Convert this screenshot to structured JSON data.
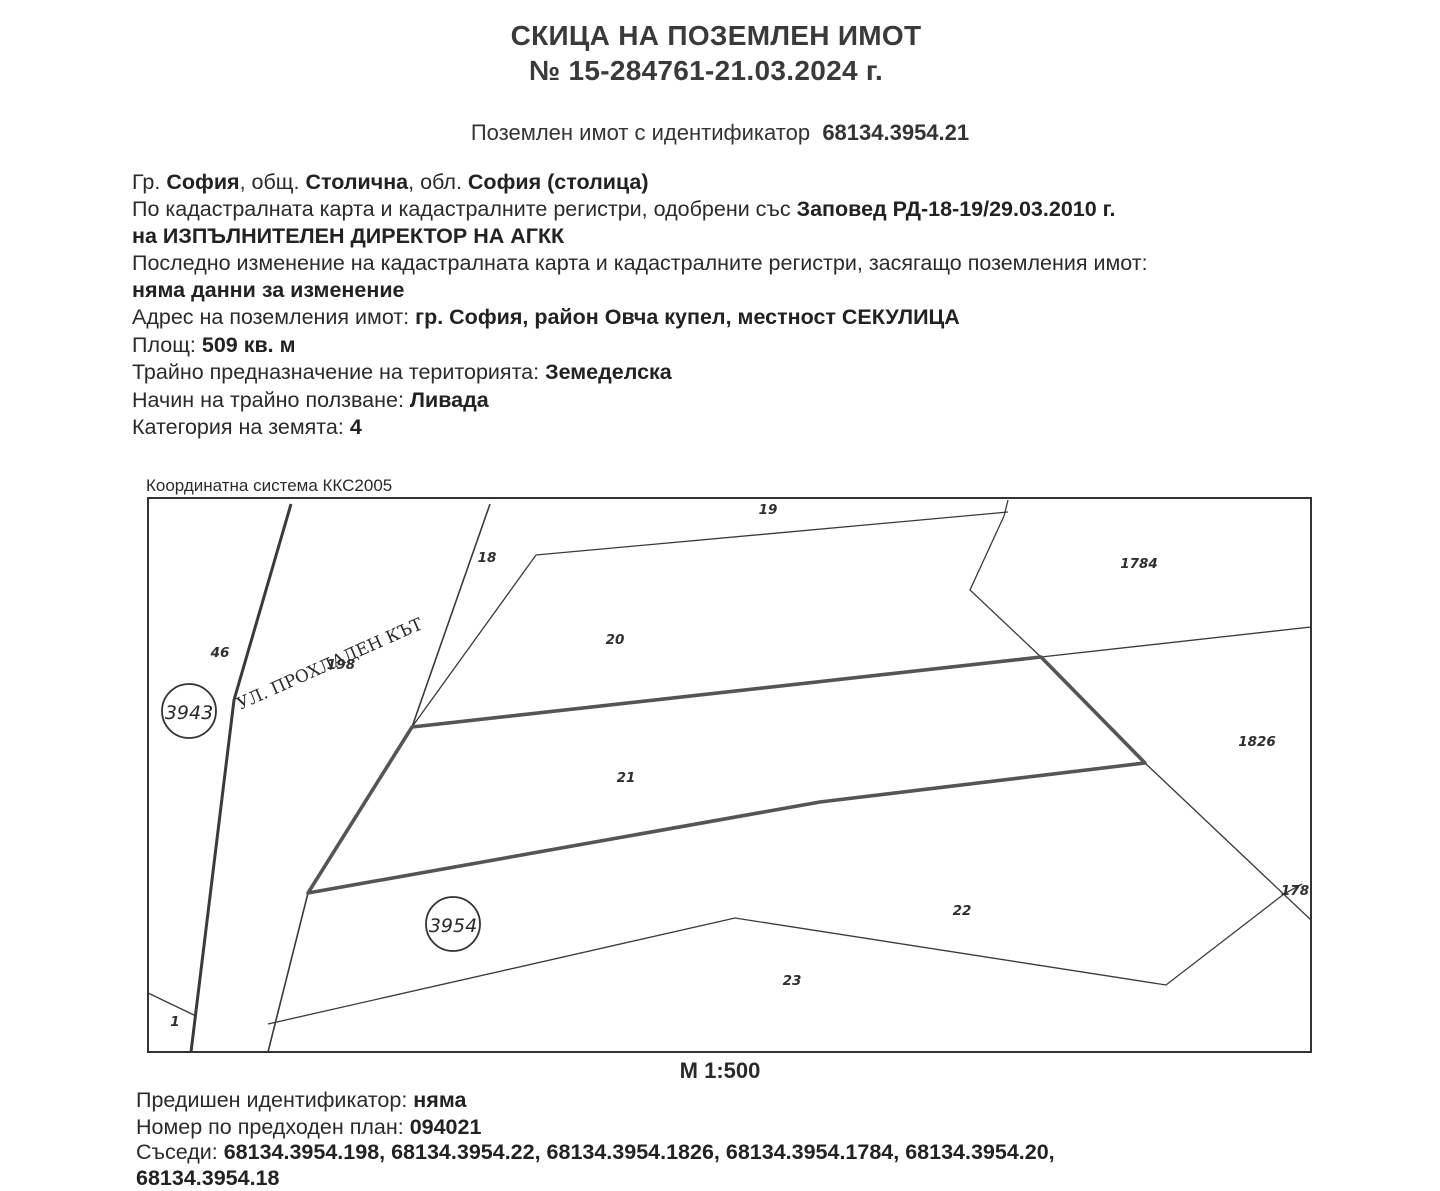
{
  "title": {
    "line1": "СКИЦА НА ПОЗЕМЛЕН ИМОТ",
    "line2": "№ 15-284761-21.03.2024 г."
  },
  "identifier": {
    "label": "Поземлен имот с  идентификатор",
    "value": "68134.3954.21"
  },
  "details": {
    "city_label": "Гр.",
    "city": "София",
    "municipality_label": ", общ.",
    "municipality": "Столична",
    "region_label": ", обл.",
    "region": "София (столица)",
    "map_text": "По кадастралната карта и кадастралните регистри, одобрени със",
    "order": "Заповед РД-18-19/29.03.2010 г.",
    "order_line2": "на ИЗПЪЛНИТЕЛЕН ДИРЕКТОР НА АГКК",
    "last_change_label": "Последно изменение на кадастралната карта и кадастралните регистри, засягащо поземления имот:",
    "last_change_value": "няма данни за изменение",
    "address_label": "Адрес на поземления имот:",
    "address_value": "гр. София, район Овча купел, местност СЕКУЛИЦА",
    "area_label": "Площ:",
    "area_value": "509 кв. м",
    "purpose_label": "Трайно предназначение на територията:",
    "purpose_value": "Земеделска",
    "use_label": "Начин на трайно ползване:",
    "use_value": "Ливада",
    "category_label": "Категория на земята:",
    "category_value": "4"
  },
  "map": {
    "coord_system": "Координатна система ККС2005",
    "street_name": "УЛ. ПРОХЛАДЕН КЪТ",
    "cadastral_zones": [
      "3943",
      "3954"
    ],
    "parcel_labels": {
      "p19": "19",
      "p18": "18",
      "p1784": "1784",
      "p46": "46",
      "p20": "20",
      "p198": "198",
      "p21": "21",
      "p1826": "1826",
      "p178": "178",
      "p22": "22",
      "p23": "23",
      "p1": "1"
    },
    "scale": "М 1:500"
  },
  "footer": {
    "prev_id_label": "Предишен идентификатор:",
    "prev_id_value": "няма",
    "prev_plan_label": "Номер по предходен план:",
    "prev_plan_value": "094021",
    "neighbors_label": "Съседи:",
    "neighbors_value": "68134.3954.198, 68134.3954.22, 68134.3954.1826, 68134.3954.1784, 68134.3954.20,",
    "neighbors_value_cont": "68134.3954.18"
  }
}
